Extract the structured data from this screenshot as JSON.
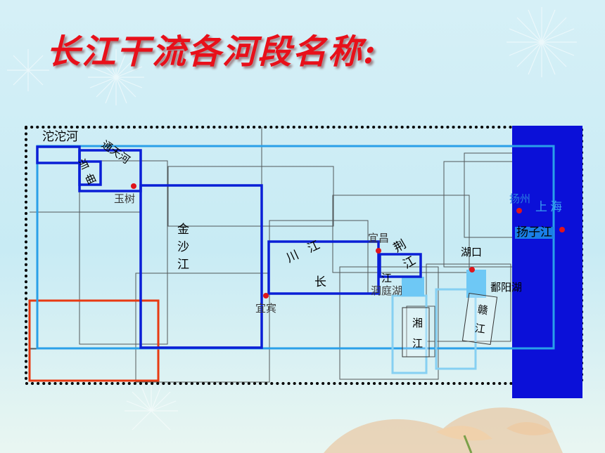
{
  "title": "长江干流各河段名称:",
  "labels": {
    "tuotuo": "沱沱河",
    "tongtian": "通天河",
    "dangqu": "当曲",
    "yushu": "玉树",
    "jinsha": "金沙江",
    "yibin": "宜宾",
    "chuan": "川江",
    "chang": "长",
    "jiang_mid": "江",
    "yichang": "宜昌",
    "jing": "荆江",
    "dongting": "洞庭湖",
    "xiang": "湘江",
    "hukou": "湖口",
    "poyang": "鄱阳湖",
    "gan": "赣江",
    "yangzhou": "扬州",
    "shanghai": "上海",
    "yangzi": "扬子江"
  },
  "colors": {
    "title": "#e8101a",
    "section_blue": "#0a1fd6",
    "main_light_blue": "#2aa0e8",
    "tributary_blue": "#86d0f2",
    "sea_blue": "#0b10d8",
    "source_red": "#e83a12",
    "city_dot": "#e0151b"
  },
  "icons": [
    "city-dot-icon",
    "firework-decoration-icon",
    "flower-decoration-icon"
  ]
}
